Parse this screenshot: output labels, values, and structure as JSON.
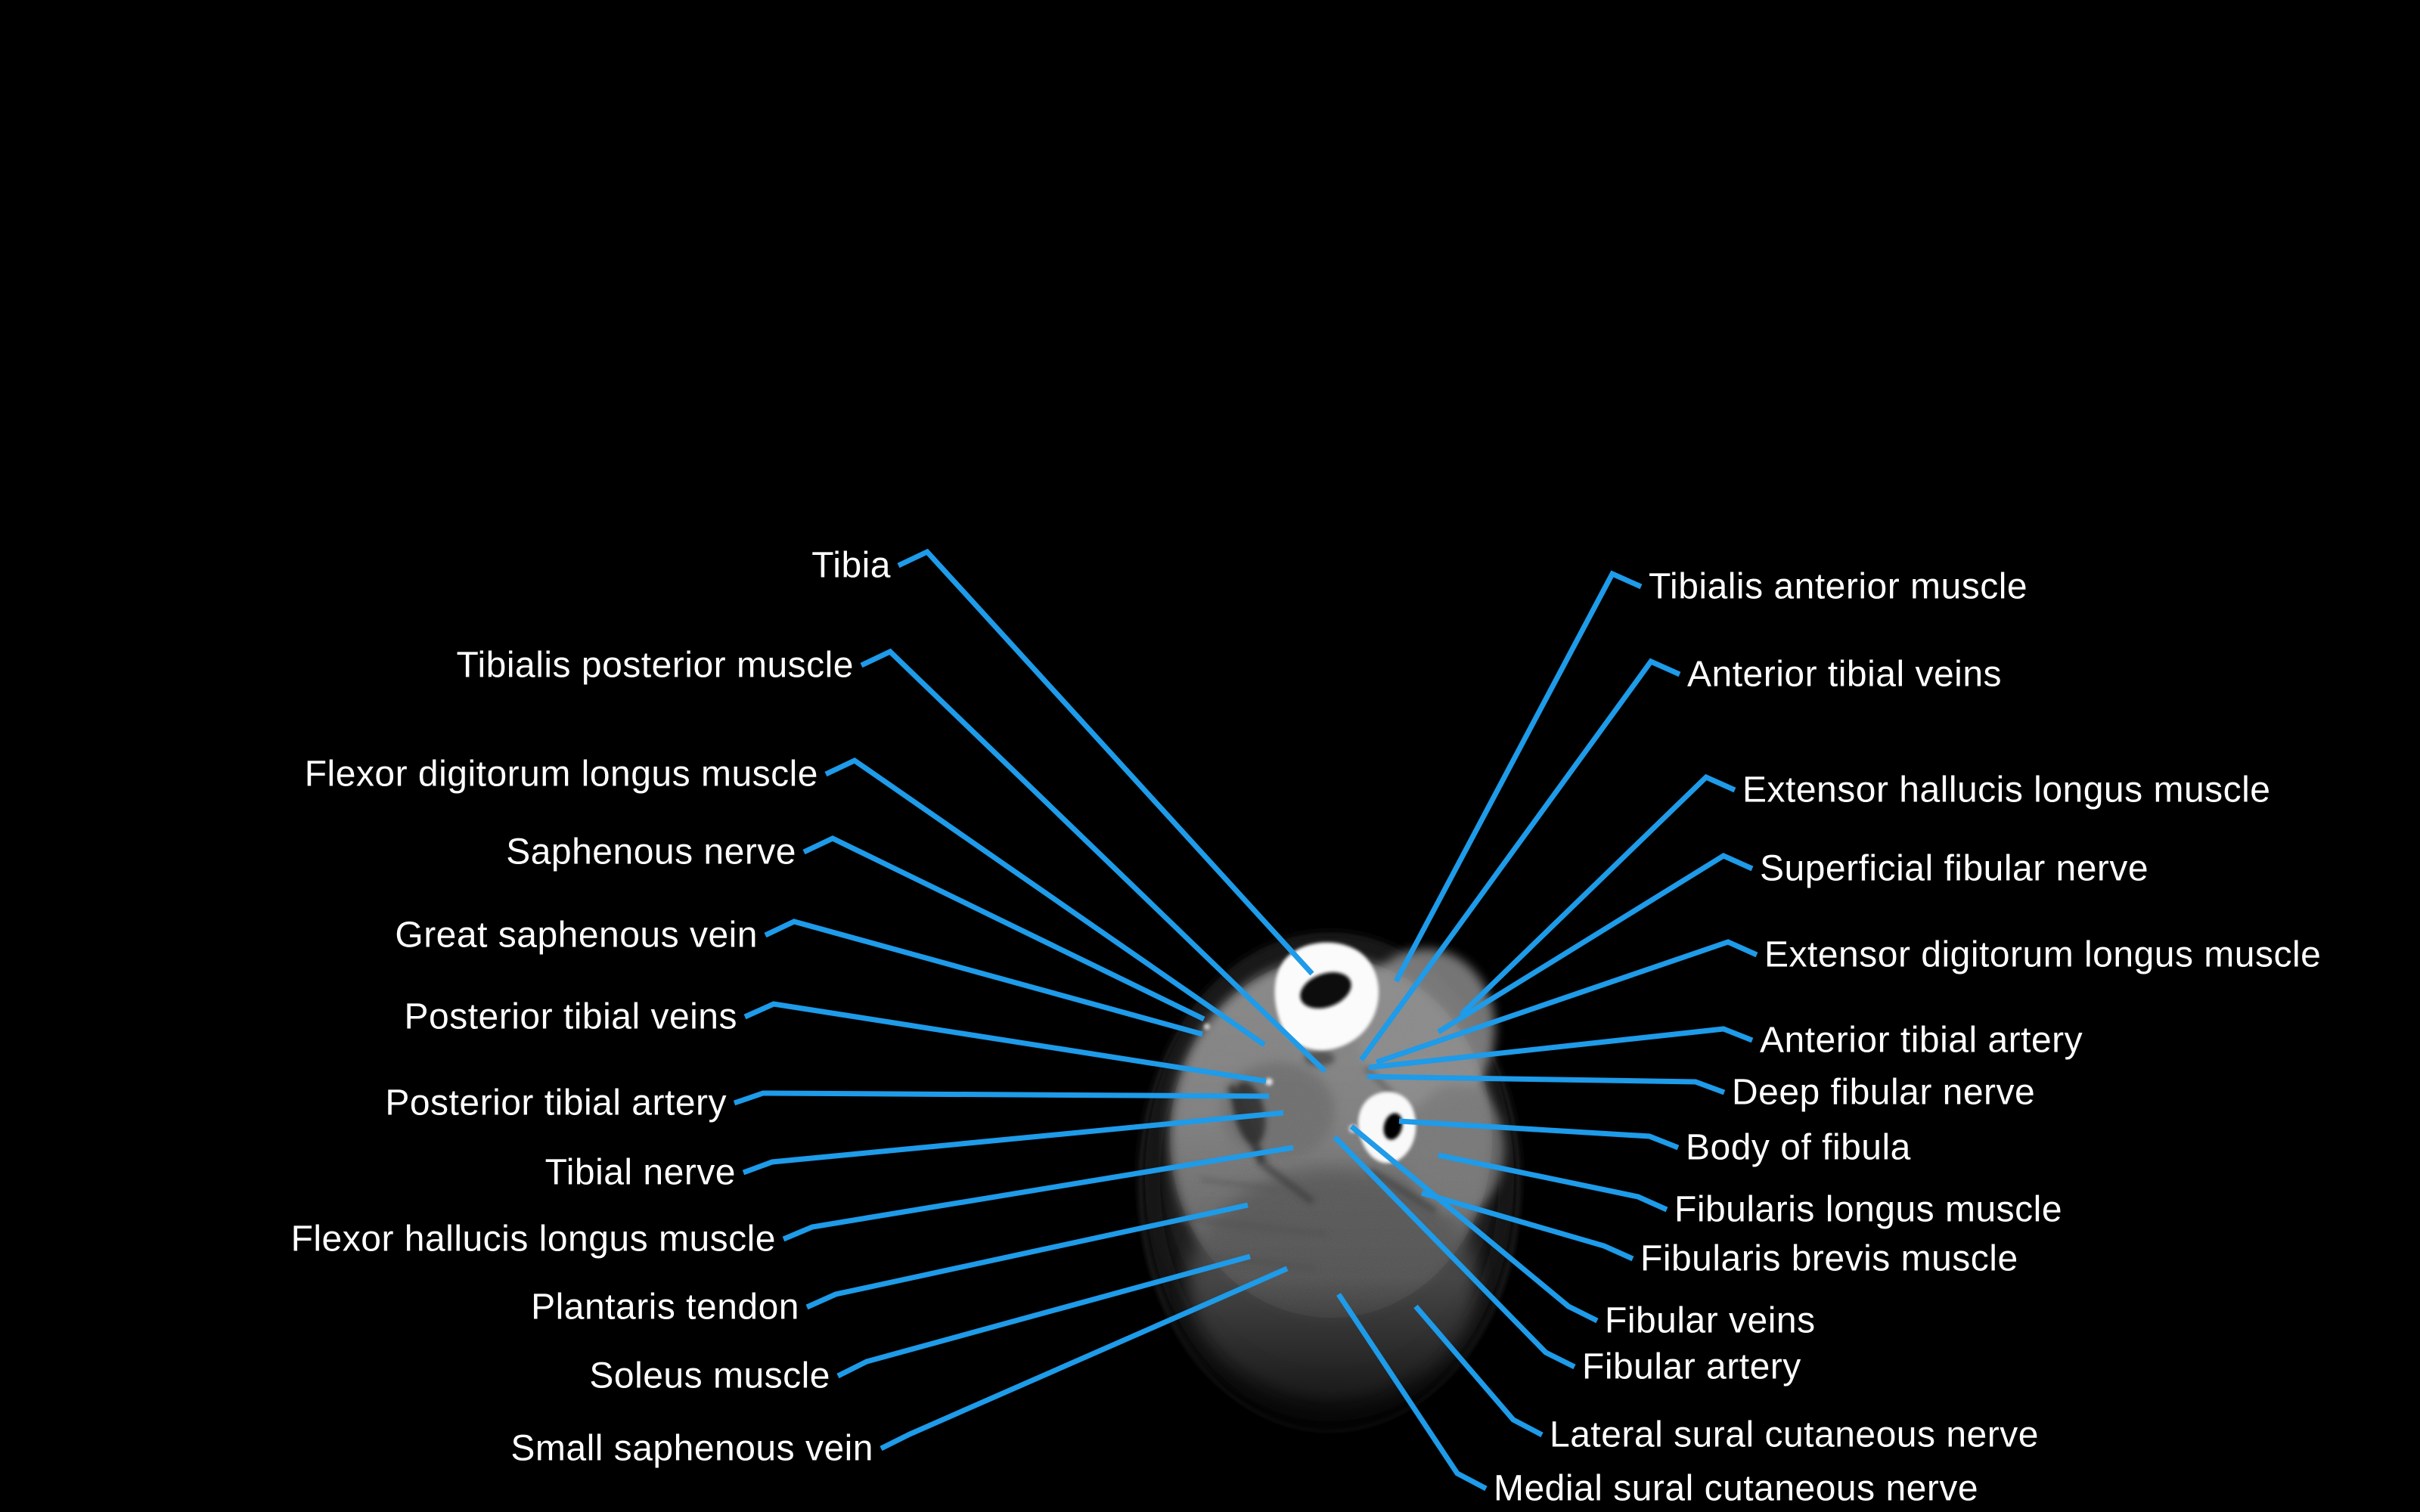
{
  "colors": {
    "background": "#000000",
    "leader_line": "#1E9BE9",
    "label_text": "#FFFFFF"
  },
  "annotations": {
    "left": [
      "Tibia",
      "Tibialis posterior muscle",
      "Flexor digitorum longus muscle",
      "Saphenous nerve",
      "Great saphenous vein",
      "Posterior tibial veins",
      "Posterior tibial artery",
      "Tibial nerve",
      "Flexor hallucis longus muscle",
      "Plantaris tendon",
      "Soleus muscle",
      "Small saphenous vein"
    ],
    "right": [
      "Tibialis anterior muscle",
      "Anterior tibial veins",
      "Extensor hallucis longus muscle",
      "Superficial fibular nerve",
      "Extensor digitorum longus muscle",
      "Anterior tibial artery",
      "Deep fibular nerve",
      "Body of fibula",
      "Fibularis longus muscle",
      "Fibularis brevis muscle",
      "Fibular veins",
      "Fibular artery",
      "Lateral sural cutaneous nerve",
      "Medial sural cutaneous nerve"
    ]
  }
}
